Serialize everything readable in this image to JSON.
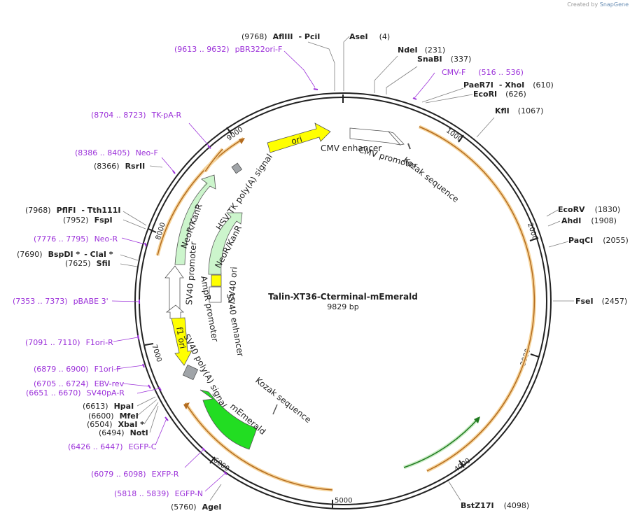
{
  "branding": {
    "created_by": "Created by",
    "product": "SnapGene"
  },
  "plasmid": {
    "name": "Talin-XT36-Cterminal-mEmerald",
    "size": "9829 bp"
  },
  "ticks": [
    "1000",
    "2000",
    "3000",
    "4000",
    "5000",
    "6000",
    "7000",
    "8000",
    "9000"
  ],
  "sites": [
    {
      "pos": "(9768)",
      "name": "AflIII",
      "extra": "- PciI",
      "color": "black"
    },
    {
      "pos": "(4)",
      "name": "AseI",
      "color": "black"
    },
    {
      "pos": "(231)",
      "name": "NdeI",
      "color": "black"
    },
    {
      "pos": "(337)",
      "name": "SnaBI",
      "color": "black"
    },
    {
      "pos": "(516 .. 536)",
      "name": "CMV-F",
      "color": "purple"
    },
    {
      "pos": "(610)",
      "name": "PaeR7I",
      "extra": "- XhoI",
      "color": "black"
    },
    {
      "pos": "(626)",
      "name": "EcoRI",
      "color": "black"
    },
    {
      "pos": "(1067)",
      "name": "KflI",
      "color": "black"
    },
    {
      "pos": "(1830)",
      "name": "EcoRV",
      "color": "black"
    },
    {
      "pos": "(1908)",
      "name": "AhdI",
      "color": "black"
    },
    {
      "pos": "(2055)",
      "name": "PaqCI",
      "color": "black"
    },
    {
      "pos": "(2457)",
      "name": "FseI",
      "color": "black"
    },
    {
      "pos": "(4098)",
      "name": "BstZ17I",
      "color": "black"
    },
    {
      "pos": "(9613 .. 9632)",
      "name": "pBR322ori-F",
      "color": "purple"
    },
    {
      "pos": "(8704 .. 8723)",
      "name": "TK-pA-R",
      "color": "purple"
    },
    {
      "pos": "(8386 .. 8405)",
      "name": "Neo-F",
      "color": "purple"
    },
    {
      "pos": "(8366)",
      "name": "RsrII",
      "color": "black"
    },
    {
      "pos": "(7968)",
      "name": "PflFI",
      "extra": "- Tth111I",
      "color": "black"
    },
    {
      "pos": "(7952)",
      "name": "FspI",
      "color": "black"
    },
    {
      "pos": "(7776 .. 7795)",
      "name": "Neo-R",
      "color": "purple"
    },
    {
      "pos": "(7690)",
      "name": "BspDI *",
      "extra": "- ClaI *",
      "color": "black"
    },
    {
      "pos": "(7625)",
      "name": "SfiI",
      "color": "black"
    },
    {
      "pos": "(7353 .. 7373)",
      "name": "pBABE 3'",
      "color": "purple"
    },
    {
      "pos": "(7091 .. 7110)",
      "name": "F1ori-R",
      "color": "purple"
    },
    {
      "pos": "(6879 .. 6900)",
      "name": "F1ori-F",
      "color": "purple"
    },
    {
      "pos": "(6705 .. 6724)",
      "name": "EBV-rev",
      "color": "purple"
    },
    {
      "pos": "(6651 .. 6670)",
      "name": "SV40pA-R",
      "color": "purple"
    },
    {
      "pos": "(6613)",
      "name": "HpaI",
      "color": "black"
    },
    {
      "pos": "(6600)",
      "name": "MfeI",
      "color": "black"
    },
    {
      "pos": "(6504)",
      "name": "XbaI *",
      "color": "black"
    },
    {
      "pos": "(6494)",
      "name": "NotI",
      "color": "black"
    },
    {
      "pos": "(6426 .. 6447)",
      "name": "EGFP-C",
      "color": "purple"
    },
    {
      "pos": "(6079 .. 6098)",
      "name": "EXFP-R",
      "color": "purple"
    },
    {
      "pos": "(5818 .. 5839)",
      "name": "EGFP-N",
      "color": "purple"
    },
    {
      "pos": "(5760)",
      "name": "AgeI",
      "color": "black"
    }
  ],
  "features": [
    "ori",
    "CMV enhancer",
    "CMV promoter",
    "Kozak sequence",
    "HSV TK poly(A) signal",
    "NeoR/KanR",
    "NeoR/KanR",
    "SV40 ori",
    "SV40 enhancer",
    "SV40 promoter",
    "AmpR promoter",
    "f1 ori",
    "SV40 poly(A) signal",
    "Kozak sequence",
    "mEmerald"
  ],
  "colors": {
    "backbone": "#222222",
    "primer": "#9b30d9",
    "cds": "#e8a33c",
    "ori": "#ffff00",
    "marker": "#ccf5cc",
    "emerald": "#22dd22",
    "gray": "#a0a4a8"
  }
}
